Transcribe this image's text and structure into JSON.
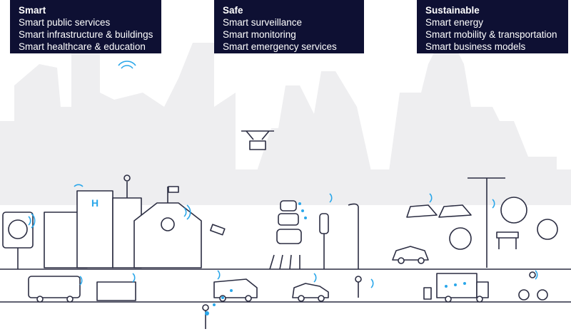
{
  "columns": [
    {
      "title": "Smart",
      "items": [
        "Smart public services",
        "Smart infrastructure & buildings",
        "Smart healthcare & education"
      ]
    },
    {
      "title": "Safe",
      "items": [
        "Smart surveillance",
        "Smart monitoring",
        "Smart emergency services"
      ]
    },
    {
      "title": "Sustainable",
      "items": [
        "Smart energy",
        "Smart mobility & transportation",
        "Smart business models"
      ]
    }
  ],
  "illustration": {
    "hospital_sign": "H",
    "colors": {
      "skyline": "#eeeef0",
      "outline": "#2b2d42",
      "signal": "#2aa7ea",
      "box": "#0e1033"
    }
  }
}
